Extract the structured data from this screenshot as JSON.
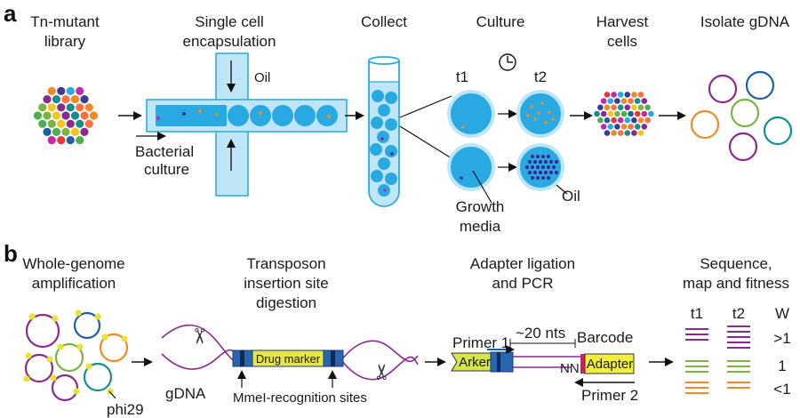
{
  "panel_a": {
    "letter": "a",
    "steps": [
      {
        "line1": "Tn-mutant",
        "line2": "library"
      },
      {
        "line1": "Single cell",
        "line2": "encapsulation"
      },
      {
        "line1": "Collect",
        "line2": ""
      },
      {
        "line1": "Culture",
        "line2": ""
      },
      {
        "line1": "Harvest",
        "line2": "cells"
      },
      {
        "line1": "Isolate gDNA",
        "line2": ""
      }
    ],
    "oil_label": "Oil",
    "bacterial_label": "Bacterial",
    "culture_label": "culture",
    "t1_label": "t1",
    "t2_label": "t2",
    "growth_label": "Growth",
    "media_label": "media",
    "oil_label2": "Oil"
  },
  "panel_b": {
    "letter": "b",
    "steps": [
      {
        "line1": "Whole-genome",
        "line2": "amplification",
        "line3": ""
      },
      {
        "line1": "Transposon",
        "line2": "insertion site",
        "line3": "digestion"
      },
      {
        "line1": "Adapter ligation",
        "line2": "and PCR",
        "line3": ""
      },
      {
        "line1": "Sequence,",
        "line2": "map and fitness",
        "line3": ""
      }
    ],
    "phi29_label": "phi29",
    "gdna_label": "gDNA",
    "drug_marker_label": "Drug marker",
    "mmei_label": "MmeI-recognition sites",
    "primer1_label": "Primer 1",
    "nts_label": "~20 nts",
    "barcode_label": "Barcode",
    "arker_label": "Arker",
    "nn_label": "NN",
    "adapter_label": "Adapter",
    "primer2_label": "Primer 2",
    "t1_label": "t1",
    "t2_label": "t2",
    "w_label": "W",
    "fitness": [
      {
        "label": ">1",
        "color": "#8b2a8e"
      },
      {
        "label": "1",
        "color": "#7cb342"
      },
      {
        "label": "<1",
        "color": "#f08a24"
      }
    ]
  },
  "colors": {
    "cyan": "#29a9e1",
    "light_cyan": "#bfe6f7",
    "purple": "#8b2a8e",
    "green": "#7cb342",
    "orange": "#f08a24",
    "yellow": "#f2ef3c",
    "blue": "#1f5fa8",
    "teal": "#178e8e"
  }
}
